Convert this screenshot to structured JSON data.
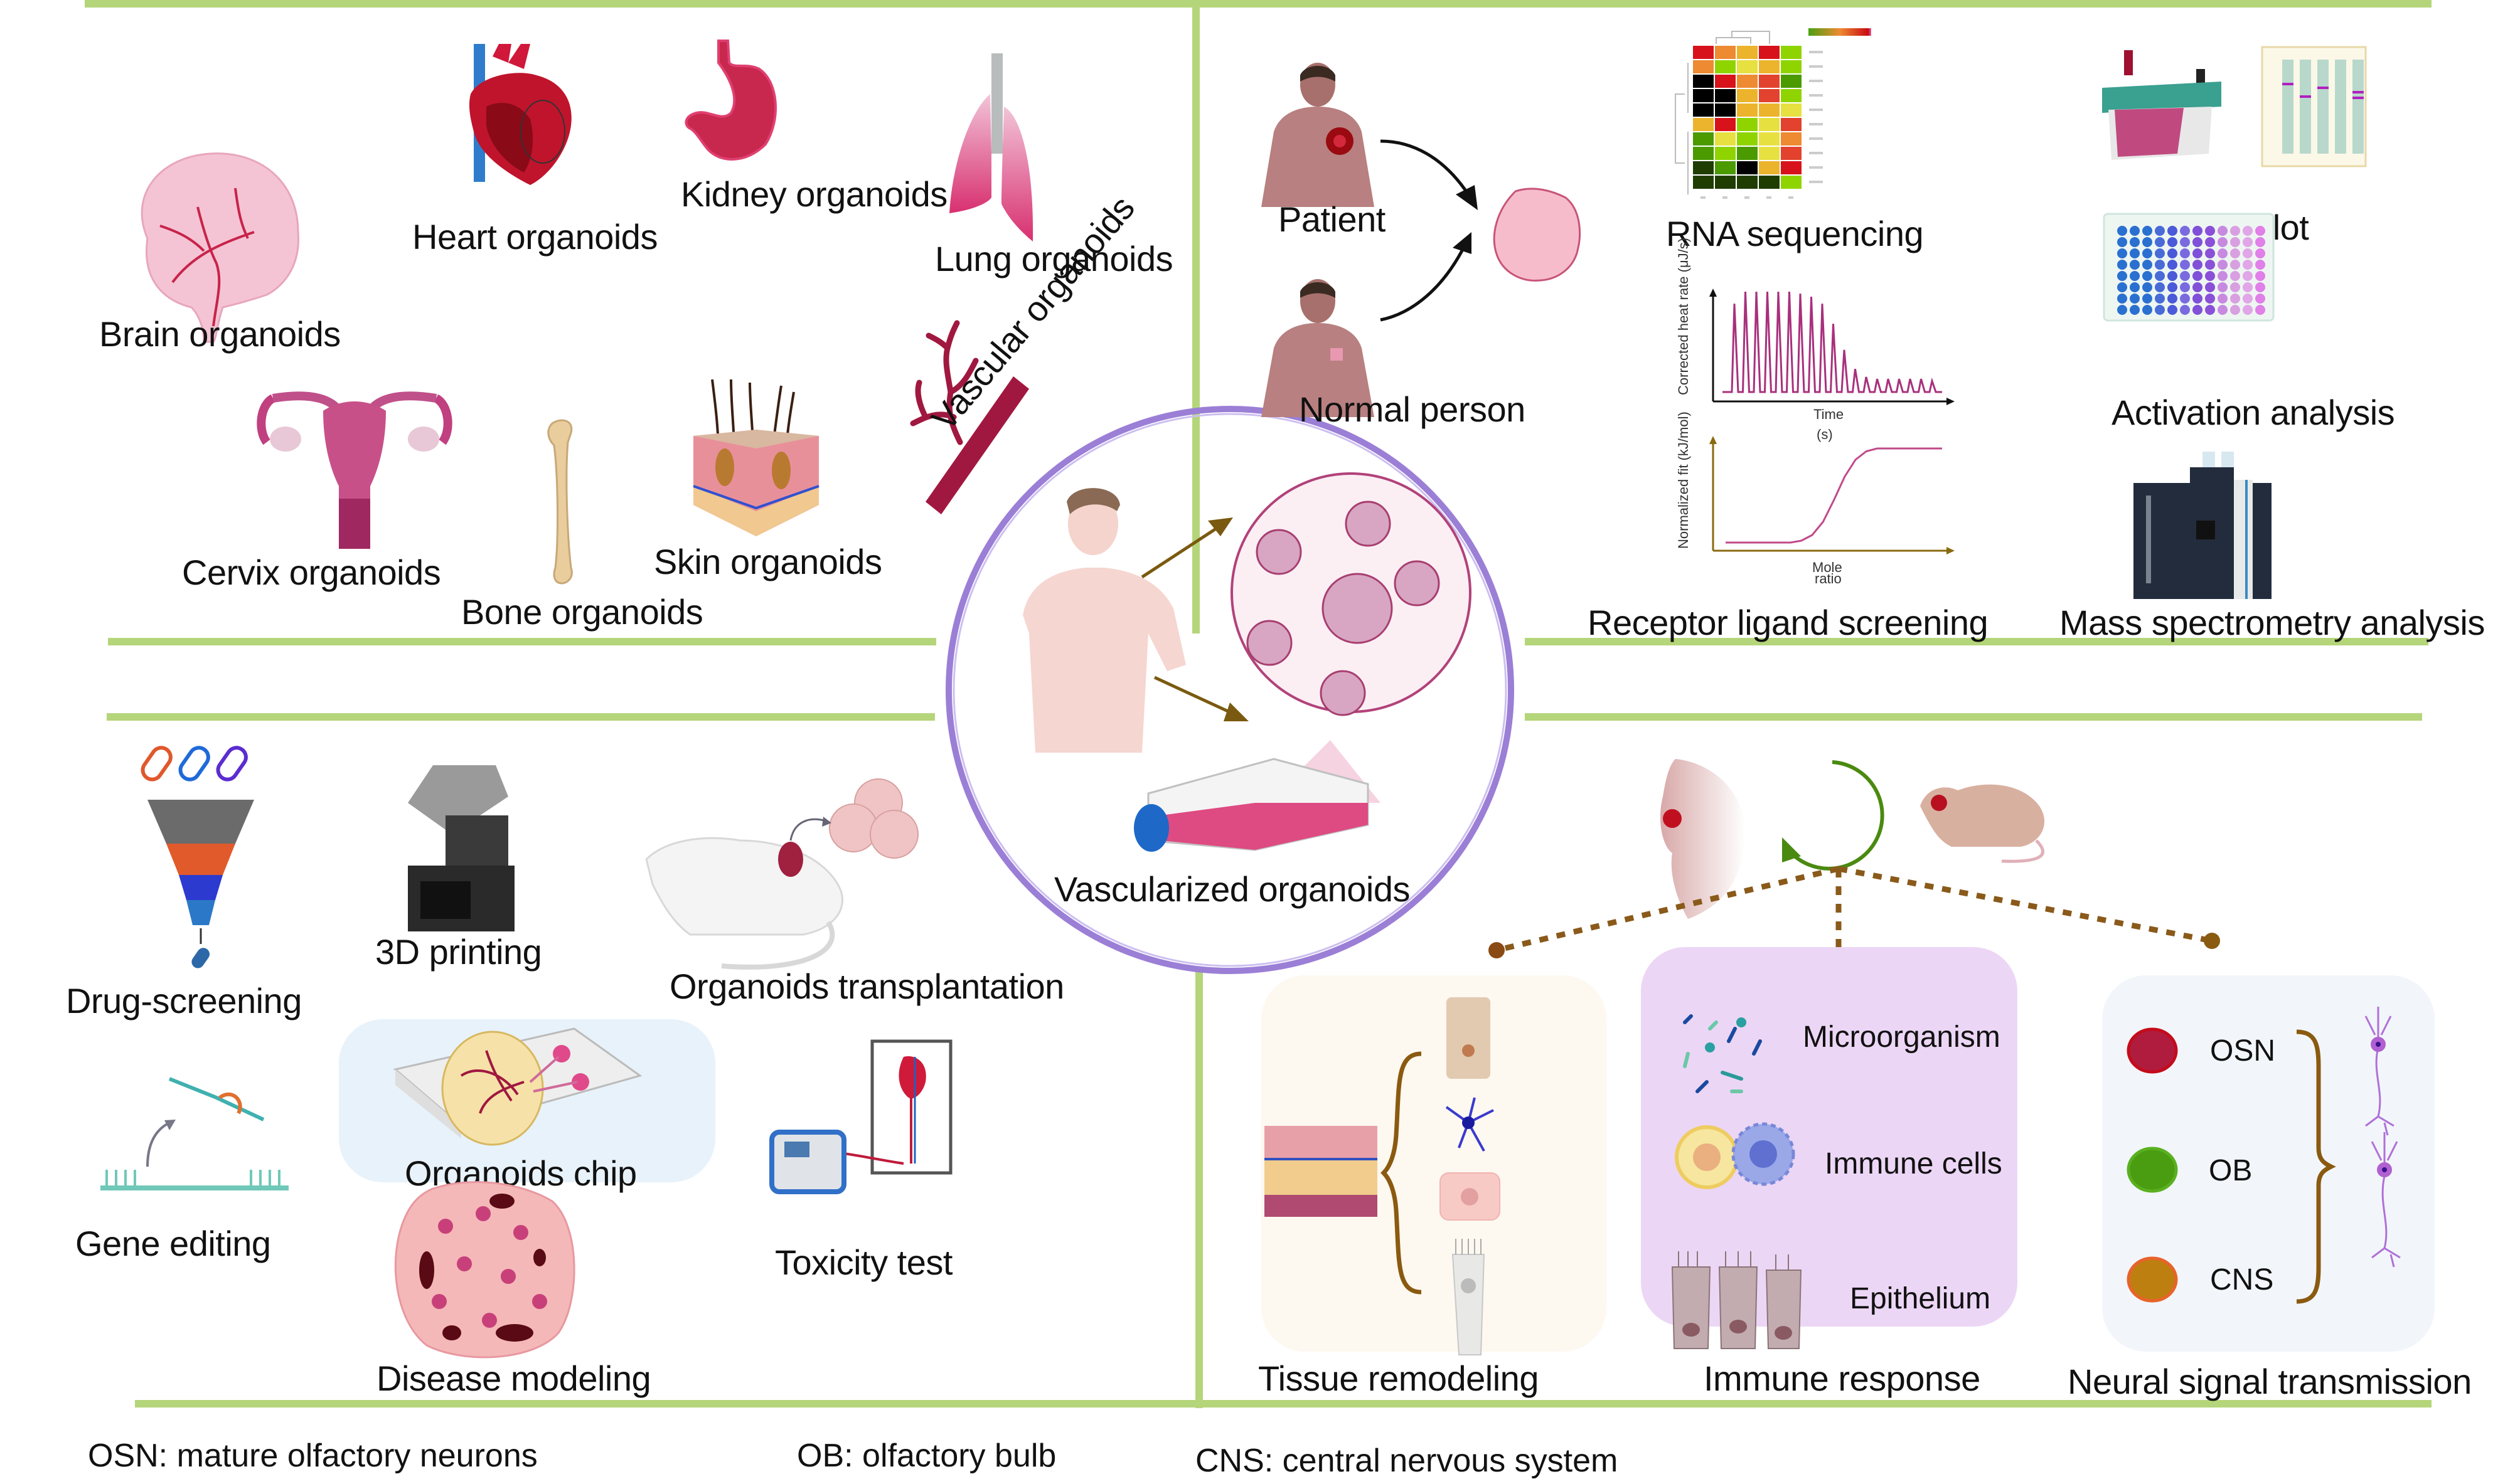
{
  "colors": {
    "divider": "#b5d57a",
    "center_ring": "#9b7fd6",
    "arrow_brown": "#7a5a10",
    "dotted_connector": "#8a5a1a",
    "tissue_panel": "#fdf8f0",
    "immune_panel": "#ecd6f5",
    "neural_panel": "#f2f6fa"
  },
  "center": {
    "label": "Vascularized organoids"
  },
  "top_left": {
    "section": "organoid types",
    "items": [
      {
        "id": "brain",
        "label": "Brain organoids",
        "icon": "brain-icon"
      },
      {
        "id": "heart",
        "label": "Heart organoids",
        "icon": "heart-icon"
      },
      {
        "id": "kidney",
        "label": "Kidney organoids",
        "icon": "kidney-icon"
      },
      {
        "id": "lung",
        "label": "Lung organoids",
        "icon": "lung-icon"
      },
      {
        "id": "cervix",
        "label": "Cervix organoids",
        "icon": "uterus-icon"
      },
      {
        "id": "bone",
        "label": "Bone organoids",
        "icon": "bone-icon"
      },
      {
        "id": "skin",
        "label": "Skin organoids",
        "icon": "skin-icon"
      },
      {
        "id": "vascular",
        "label": "Vascular organoids",
        "icon": "blood-vessel-icon"
      }
    ]
  },
  "top_right": {
    "patient_label": "Patient",
    "normal_label": "Normal person",
    "rna_label": "RNA sequencing",
    "western_label": "Western blot",
    "activation_label": "Activation analysis",
    "receptor_label": "Receptor ligand screening",
    "mass_spec_label": "Mass spectrometry analysis",
    "itc_top": {
      "ylabel": "Corrected heat rate (μJ/s)",
      "xlabel_line1": "Time",
      "xlabel_line2": "(s)"
    },
    "itc_bottom": {
      "ylabel": "Normalized fit (kJ/mol)",
      "xlabel_line1": "Mole",
      "xlabel_line2": "ratio"
    }
  },
  "bottom_left": {
    "items": [
      {
        "id": "drug",
        "label": "Drug-screening"
      },
      {
        "id": "print3d",
        "label": "3D printing"
      },
      {
        "id": "transplant",
        "label": "Organoids transplantation"
      },
      {
        "id": "gene",
        "label": "Gene editing"
      },
      {
        "id": "chip",
        "label": "Organoids chip"
      },
      {
        "id": "toxicity",
        "label": "Toxicity test"
      },
      {
        "id": "disease",
        "label": "Disease modeling"
      }
    ]
  },
  "bottom_right": {
    "tissue_label": "Tissue remodeling",
    "immune_label": "Immune response",
    "neural_label": "Neural signal transmission",
    "immune_items": [
      "Microorganism",
      "Immune cells",
      "Epithelium"
    ],
    "neural_items": [
      {
        "label": "OSN",
        "fill": "#b01c3e",
        "stroke": "#c40c1c"
      },
      {
        "label": "OB",
        "fill": "#4a9c10",
        "stroke": "#5ab020"
      },
      {
        "label": "CNS",
        "fill": "#bd7f10",
        "stroke": "#e8632a"
      }
    ]
  },
  "footer": {
    "osn": "OSN: mature olfactory neurons",
    "ob": "OB: olfactory bulb",
    "cns": "CNS: central nervous system"
  },
  "chart_data": [
    {
      "type": "heatmap",
      "title": "RNA sequencing",
      "rows": 10,
      "cols": 5,
      "colorscale": [
        "#1f3d00",
        "#4a9a00",
        "#8fd400",
        "#e6e040",
        "#ecb42c",
        "#ee8a32",
        "#e2422e",
        "#d8121a"
      ],
      "values": [
        [
          7,
          5,
          4,
          7,
          2
        ],
        [
          5,
          2,
          3,
          4,
          2
        ],
        [
          8,
          7,
          5,
          6,
          1
        ],
        [
          8,
          8,
          4,
          6,
          2
        ],
        [
          8,
          8,
          4,
          4,
          3
        ],
        [
          4,
          7,
          2,
          3,
          6
        ],
        [
          1,
          3,
          2,
          3,
          5
        ],
        [
          1,
          2,
          1,
          3,
          6
        ],
        [
          0,
          1,
          8,
          4,
          7
        ],
        [
          0,
          0,
          0,
          0,
          2
        ]
      ]
    },
    {
      "type": "line",
      "title": "Isothermal titration (heat rate)",
      "xlabel": "Time (s)",
      "ylabel": "Corrected heat rate (μJ/s)",
      "peaks": [
        0.88,
        1.0,
        1.0,
        1.0,
        1.0,
        1.0,
        0.98,
        0.95,
        0.88,
        0.68,
        0.42,
        0.23,
        0.15,
        0.13,
        0.13,
        0.13,
        0.13,
        0.13,
        0.11
      ]
    },
    {
      "type": "line",
      "title": "Isothermal titration (fit)",
      "xlabel": "Mole ratio",
      "ylabel": "Normalized fit (kJ/mol)",
      "x": [
        0,
        0.1,
        0.2,
        0.3,
        0.35,
        0.4,
        0.45,
        0.5,
        0.55,
        0.6,
        0.65,
        0.7,
        0.8,
        0.9,
        1.0
      ],
      "y": [
        0,
        0,
        0,
        0,
        0.02,
        0.08,
        0.22,
        0.45,
        0.7,
        0.88,
        0.97,
        1.0,
        1.0,
        1.0,
        1.0
      ]
    }
  ]
}
